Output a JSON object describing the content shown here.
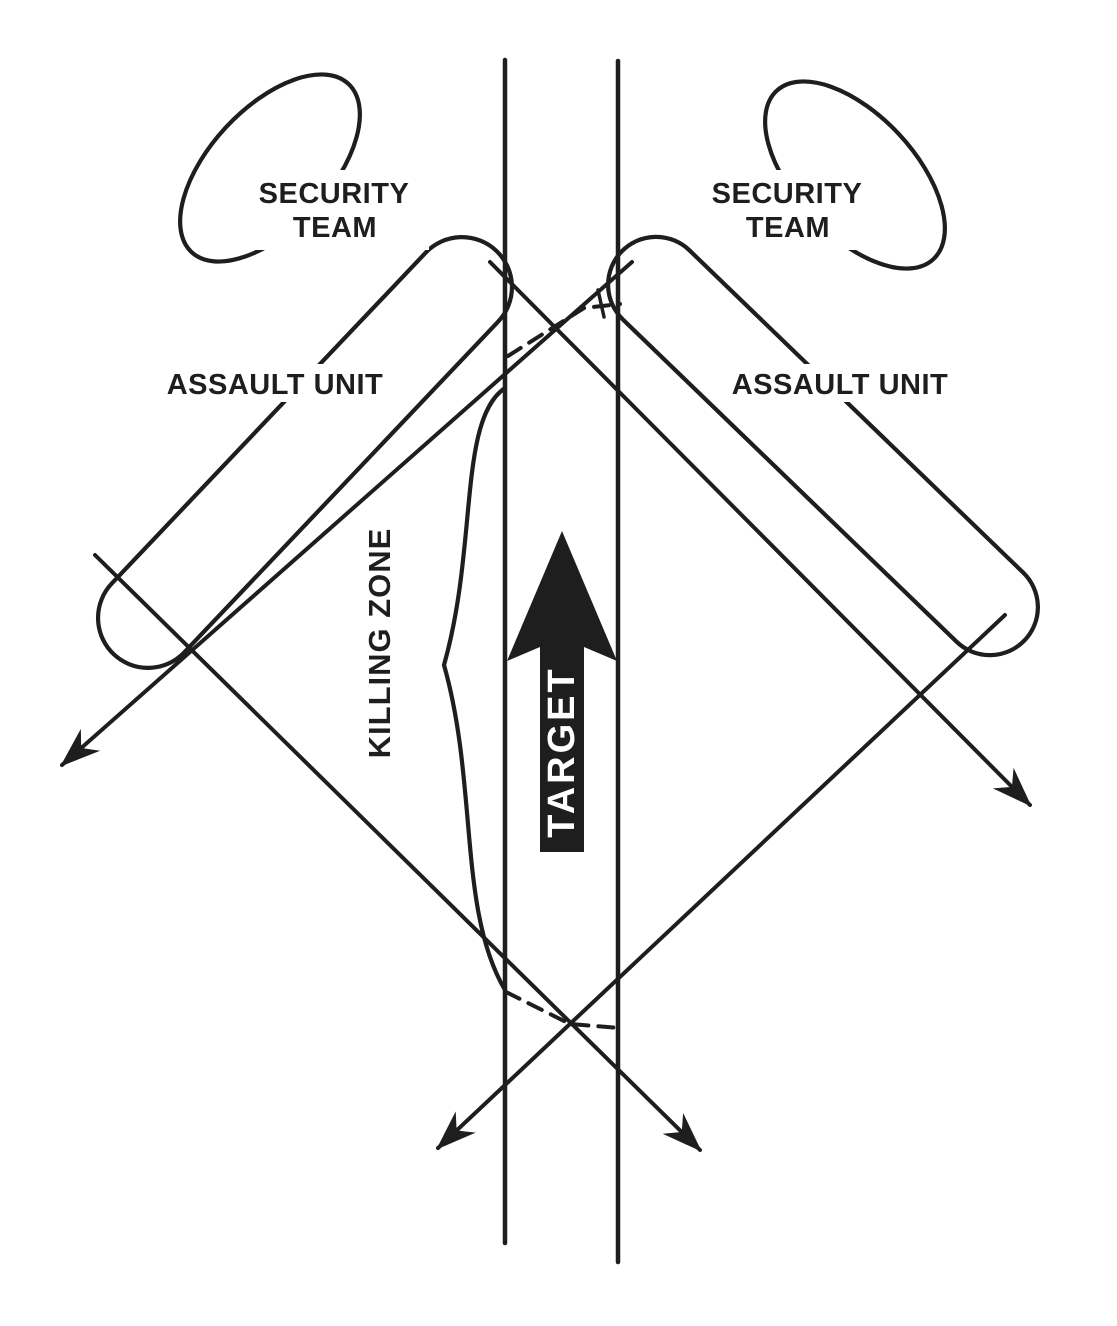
{
  "colors": {
    "background": "#ffffff",
    "ink": "#1e1e1e",
    "target_label": "#ffffff"
  },
  "labels": {
    "security_team_left": {
      "line1": "SECURITY",
      "line2": "TEAM"
    },
    "security_team_right": {
      "line1": "SECURITY",
      "line2": "TEAM"
    },
    "assault_unit_left": "ASSAULT UNIT",
    "assault_unit_right": "ASSAULT UNIT",
    "killing_zone": "KILLING ZONE",
    "target": "TARGET"
  }
}
